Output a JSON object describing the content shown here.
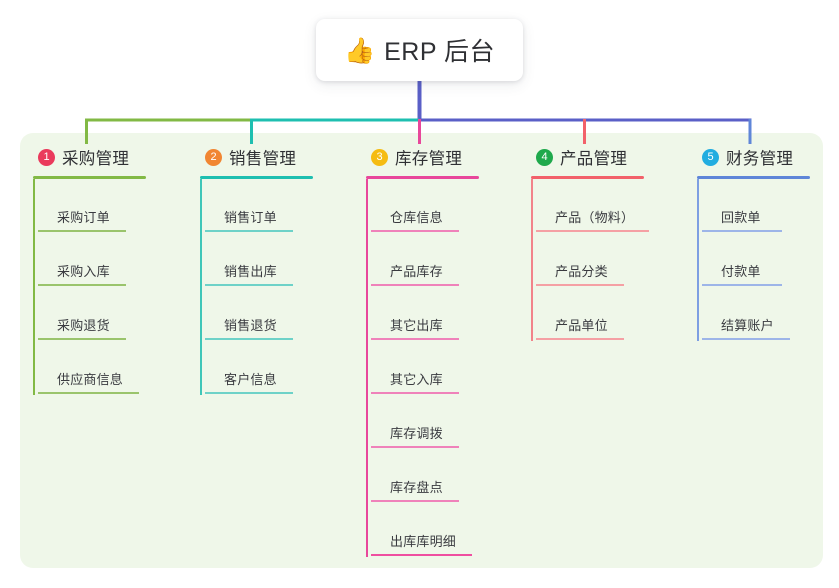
{
  "diagram": {
    "type": "mindmap",
    "root": {
      "icon": "thumbs-up-emoji",
      "emoji": "👍",
      "title": "ERP 后台"
    },
    "panel_color": "#eff7e9",
    "branches": [
      {
        "number": "1",
        "title": "采购管理",
        "badge_color": "#ea3a5c",
        "line_color": "#82b945",
        "children": [
          {
            "label": "采购订单"
          },
          {
            "label": "采购入库"
          },
          {
            "label": "采购退货"
          },
          {
            "label": "供应商信息"
          }
        ]
      },
      {
        "number": "2",
        "title": "销售管理",
        "badge_color": "#f18632",
        "line_color": "#1ebfb0",
        "children": [
          {
            "label": "销售订单"
          },
          {
            "label": "销售出库"
          },
          {
            "label": "销售退货"
          },
          {
            "label": "客户信息"
          }
        ]
      },
      {
        "number": "3",
        "title": "库存管理",
        "badge_color": "#f5bc12",
        "line_color": "#e8479b",
        "children": [
          {
            "label": "仓库信息"
          },
          {
            "label": "产品库存"
          },
          {
            "label": "其它出库"
          },
          {
            "label": "其它入库"
          },
          {
            "label": "库存调拨"
          },
          {
            "label": "库存盘点"
          },
          {
            "label": "出库库明细"
          }
        ]
      },
      {
        "number": "4",
        "title": "产品管理",
        "badge_color": "#1fa94c",
        "line_color": "#f2616a",
        "children": [
          {
            "label": "产品（物料）"
          },
          {
            "label": "产品分类"
          },
          {
            "label": "产品单位"
          }
        ]
      },
      {
        "number": "5",
        "title": "财务管理",
        "badge_color": "#22ade0",
        "line_color": "#5f86d8",
        "children": [
          {
            "label": "回款单"
          },
          {
            "label": "付款单"
          },
          {
            "label": "结算账户"
          }
        ]
      }
    ],
    "trunk_color": "#5a5fc7"
  }
}
